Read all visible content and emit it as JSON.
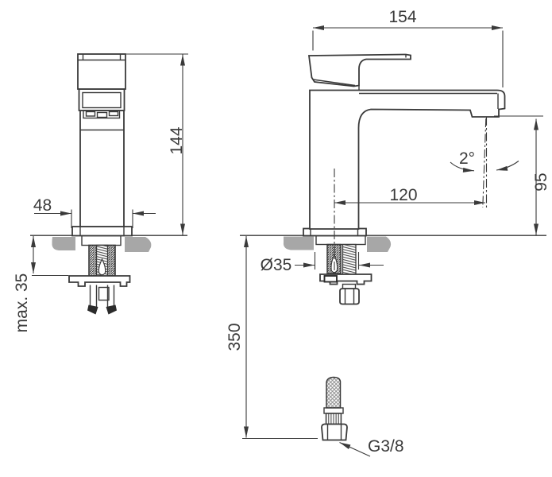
{
  "front_view": {
    "height": "144",
    "base_width": "48",
    "max_mounting_thickness": "max. 35"
  },
  "side_view": {
    "depth": "154",
    "spout_angle": "2°",
    "spout_height": "95",
    "spout_reach": "120",
    "mounting_hole_diameter": "Ø35",
    "supply_hose_length": "350",
    "connection_thread": "G3/8"
  },
  "colors": {
    "line": "#3a3a3a",
    "countertop_fill": "#a7a7a7",
    "background": "#ffffff"
  }
}
